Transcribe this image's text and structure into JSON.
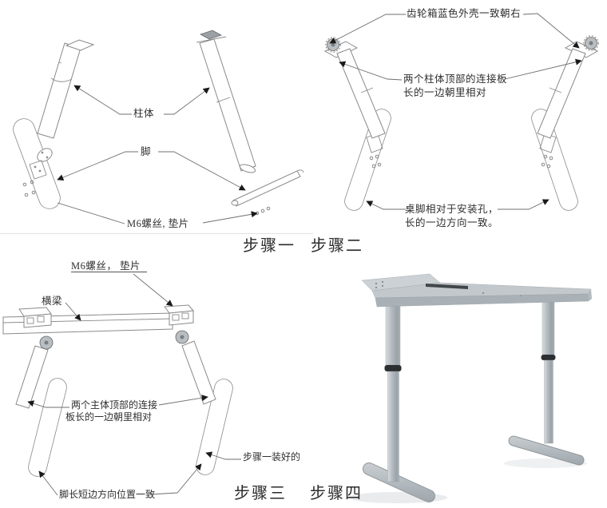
{
  "step1": {
    "title": "步骤一",
    "label_column": "柱体",
    "label_foot": "脚",
    "label_screws": "M6螺丝, 垫片"
  },
  "step2": {
    "title": "步骤二",
    "label_gearbox": "齿轮箱蓝色外壳一致朝右",
    "label_plates_line1": "两个柱体顶部的连接板",
    "label_plates_line2": "长的一边朝里相对",
    "label_feet_line1": "桌脚相对于安装孔，",
    "label_feet_line2": "长的一边方向一致。"
  },
  "step3": {
    "title": "步骤三",
    "label_screws": "M6螺丝， 垫片",
    "label_beam": "横梁",
    "label_plates_line1": "两个主体顶部的连接",
    "label_plates_line2": "板长的一边朝里相对",
    "label_assembled": "步骤一装好的",
    "label_feet": "脚长短边方向位置一致"
  },
  "step4": {
    "title": "步骤四"
  },
  "colors": {
    "drawing_line": "#8a8a8a",
    "leader_line": "#6f6f6f",
    "arrow": "#1a1a1a",
    "text": "#2f2f2f",
    "metal_light": "#ccd1d5",
    "metal_mid": "#b3bac0",
    "metal_dark": "#9aa3a9",
    "ring_black": "#2c2f32"
  }
}
